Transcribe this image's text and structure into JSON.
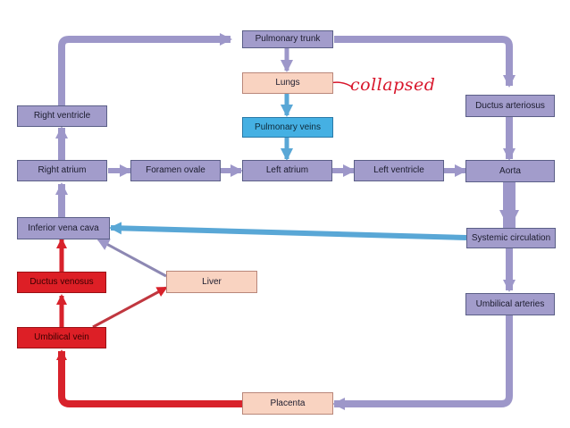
{
  "diagram": {
    "nodes": {
      "pulmonary_trunk": "Pulmonary trunk",
      "lungs": "Lungs",
      "pulmonary_veins": "Pulmonary veins",
      "right_ventricle": "Right ventricle",
      "ductus_arteriosus": "Ductus arteriosus",
      "right_atrium": "Right atrium",
      "foramen_ovale": "Foramen ovale",
      "left_atrium": "Left atrium",
      "left_ventricle": "Left ventricle",
      "aorta": "Aorta",
      "inferior_vena_cava": "Inferior vena cava",
      "systemic_circulation": "Systemic circulation",
      "ductus_venosus": "Ductus venosus",
      "liver": "Liver",
      "umbilical_arteries": "Umbilical arteries",
      "umbilical_vein": "Umbilical vein",
      "placenta": "Placenta"
    },
    "annotation": "collapsed",
    "colors": {
      "purple_node": "#a29ccb",
      "purple_arrow": "#9d97c9",
      "peach_node": "#f9d3c1",
      "blue_node": "#45b0e3",
      "blue_arrow": "#59a7d6",
      "red_node": "#dd1f26",
      "red_arrow": "#d8222b",
      "annotation": "#d8162b"
    }
  }
}
